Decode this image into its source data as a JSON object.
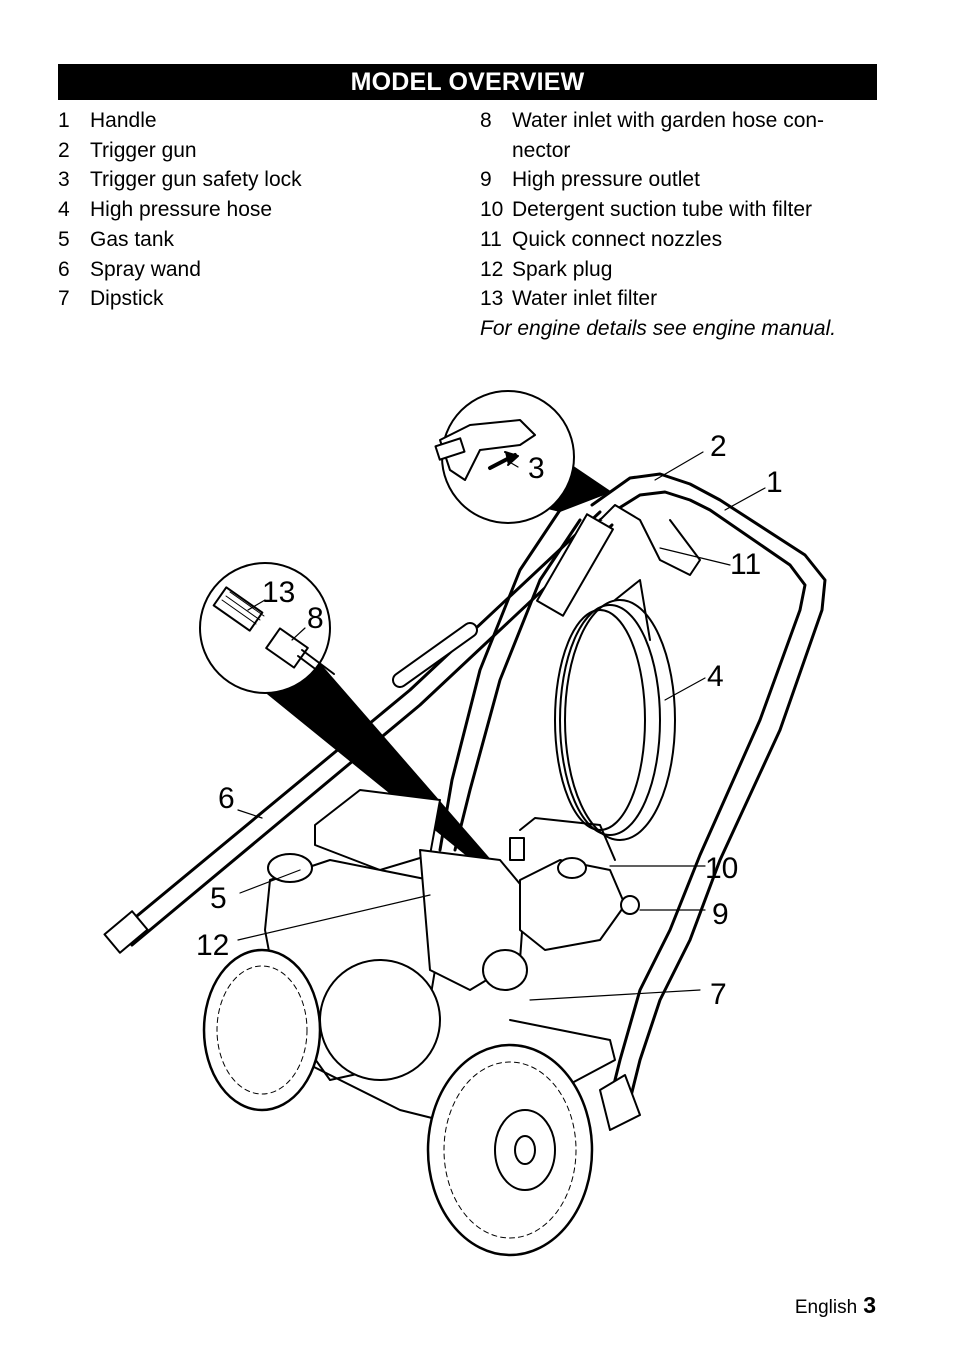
{
  "header": {
    "title": "MODEL OVERVIEW"
  },
  "left_items": [
    {
      "num": "1",
      "label": "Handle"
    },
    {
      "num": "2",
      "label": "Trigger gun"
    },
    {
      "num": "3",
      "label": "Trigger gun safety lock"
    },
    {
      "num": "4",
      "label": "High pressure hose"
    },
    {
      "num": "5",
      "label": "Gas tank"
    },
    {
      "num": "6",
      "label": "Spray wand"
    },
    {
      "num": "7",
      "label": "Dipstick"
    }
  ],
  "right_items": [
    {
      "num": "8",
      "label": "Water inlet with garden hose con-nector"
    },
    {
      "num": "9",
      "label": "High pressure outlet"
    },
    {
      "num": "10",
      "label": "Detergent suction tube with filter"
    },
    {
      "num": "11",
      "label": "Quick connect nozzles"
    },
    {
      "num": "12",
      "label": "Spark plug"
    },
    {
      "num": "13",
      "label": "Water inlet filter"
    }
  ],
  "note": "For engine details see engine manual.",
  "figure_callouts": [
    "1",
    "2",
    "3",
    "4",
    "5",
    "6",
    "7",
    "8",
    "9",
    "10",
    "11",
    "12",
    "13"
  ],
  "footer": {
    "language": "English",
    "page": "3"
  }
}
